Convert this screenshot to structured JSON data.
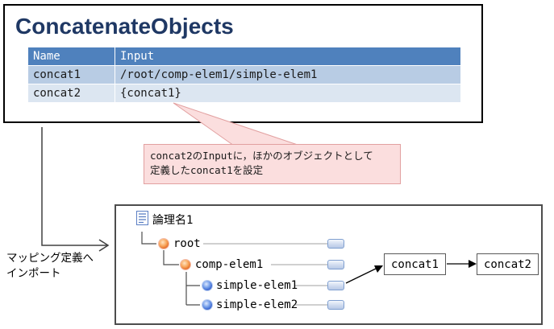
{
  "title": "ConcatenateObjects",
  "table": {
    "columns": [
      "Name",
      "Input"
    ],
    "rows": [
      {
        "name": "concat1",
        "input": "/root/comp-elem1/simple-elem1"
      },
      {
        "name": "concat2",
        "input": "{concat1}"
      }
    ]
  },
  "callout": {
    "line1": "concat2のInputに，ほかのオブジェクトとして",
    "line2": "定義したconcat1を設定"
  },
  "import_label": {
    "line1": "マッピング定義へ",
    "line2": "インポート"
  },
  "tree": {
    "root_label": "論理名1",
    "root_icon": "document-icon",
    "nodes": [
      {
        "label": "root",
        "icon": "orange-sphere-icon"
      },
      {
        "label": "comp-elem1",
        "icon": "orange-sphere-icon"
      },
      {
        "label": "simple-elem1",
        "icon": "blue-sphere-icon"
      },
      {
        "label": "simple-elem2",
        "icon": "blue-sphere-icon"
      }
    ]
  },
  "flow": {
    "nodes": [
      "concat1",
      "concat2"
    ]
  },
  "colors": {
    "title": "#1F3864",
    "table_header_bg": "#4F81BD",
    "table_row1_bg": "#B8CCE4",
    "table_row2_bg": "#DCE6F1",
    "callout_bg": "#FBDEDE",
    "callout_border": "#E2A0A0"
  }
}
